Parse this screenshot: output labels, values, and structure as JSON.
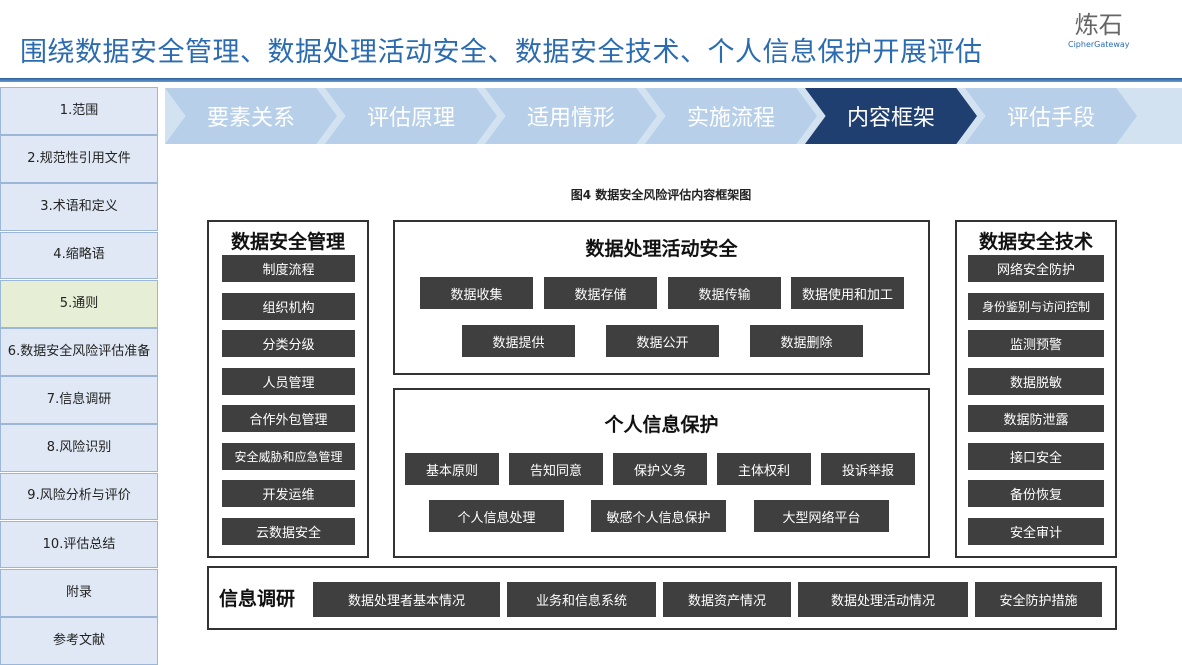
{
  "header": {
    "title": "围绕数据安全管理、数据处理活动安全、数据安全技术、个人信息保护开展评估",
    "logo_cn": "炼石",
    "logo_en": "CipherGateway"
  },
  "sidebar": {
    "items": [
      {
        "label": "1.范围"
      },
      {
        "label": "2.规范性引用文件"
      },
      {
        "label": "3.术语和定义"
      },
      {
        "label": "4.缩略语"
      },
      {
        "label": "5.通则"
      },
      {
        "label": "6.数据安全风险评估准备"
      },
      {
        "label": "7.信息调研"
      },
      {
        "label": "8.风险识别"
      },
      {
        "label": "9.风险分析与评价"
      },
      {
        "label": "10.评估总结"
      },
      {
        "label": "附录"
      },
      {
        "label": "参考文献"
      }
    ]
  },
  "tabs": [
    {
      "label": "要素关系"
    },
    {
      "label": "评估原理"
    },
    {
      "label": "适用情形"
    },
    {
      "label": "实施流程"
    },
    {
      "label": "内容框架"
    },
    {
      "label": "评估手段"
    }
  ],
  "figure": {
    "caption": "图4  数据安全风险评估内容框架图",
    "mgmt": {
      "title": "数据安全管理",
      "items": [
        "制度流程",
        "组织机构",
        "分类分级",
        "人员管理",
        "合作外包管理",
        "安全威胁和应急管理",
        "开发运维",
        "云数据安全"
      ]
    },
    "activity": {
      "title": "数据处理活动安全",
      "items": [
        "数据收集",
        "数据存储",
        "数据传输",
        "数据使用和加工",
        "数据提供",
        "数据公开",
        "数据删除"
      ]
    },
    "personal": {
      "title": "个人信息保护",
      "items": [
        "基本原则",
        "告知同意",
        "保护义务",
        "主体权利",
        "投诉举报",
        "个人信息处理",
        "敏感个人信息保护",
        "大型网络平台"
      ]
    },
    "tech": {
      "title": "数据安全技术",
      "items": [
        "网络安全防护",
        "身份鉴别与访问控制",
        "监测预警",
        "数据脱敏",
        "数据防泄露",
        "接口安全",
        "备份恢复",
        "安全审计"
      ]
    },
    "info": {
      "title": "信息调研",
      "items": [
        "数据处理者基本情况",
        "业务和信息系统",
        "数据资产情况",
        "数据处理活动情况",
        "安全防护措施"
      ]
    }
  }
}
